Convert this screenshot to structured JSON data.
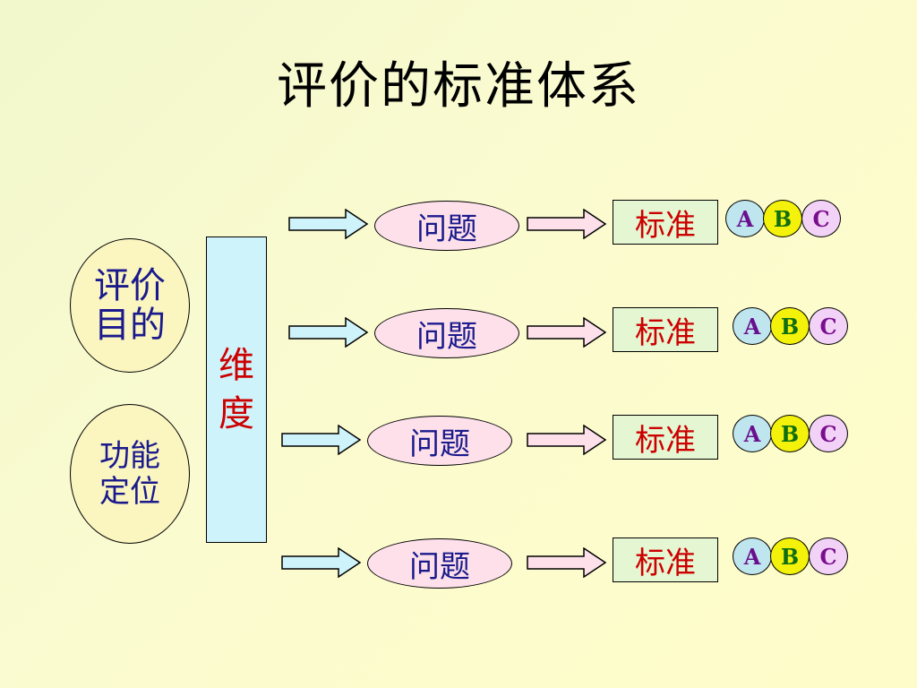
{
  "title": "评价的标准体系",
  "goal_label": [
    "评价",
    "目的"
  ],
  "function_label": [
    "功能",
    "定位"
  ],
  "dimension_label": [
    "维",
    "度"
  ],
  "rows": [
    {
      "question": "问题",
      "standard": "标准",
      "grades": [
        "A",
        "B",
        "C"
      ]
    },
    {
      "question": "问题",
      "standard": "标准",
      "grades": [
        "A",
        "B",
        "C"
      ]
    },
    {
      "question": "问题",
      "standard": "标准",
      "grades": [
        "A",
        "B",
        "C"
      ]
    },
    {
      "question": "问题",
      "standard": "标准",
      "grades": [
        "A",
        "B",
        "C"
      ]
    }
  ],
  "colors": {
    "goal_fill": "#fbf5c0",
    "dimension_fill": "#cff3fb",
    "question_fill": "#fde0ea",
    "standard_fill": "#e4f6d2",
    "arrow1_fill": "#cff3fb",
    "arrow2_fill": "#fde0ea",
    "grade_a_fill": "#bfe6ee",
    "grade_b_fill": "#f4f20a",
    "grade_c_fill": "#f3d2f7"
  }
}
